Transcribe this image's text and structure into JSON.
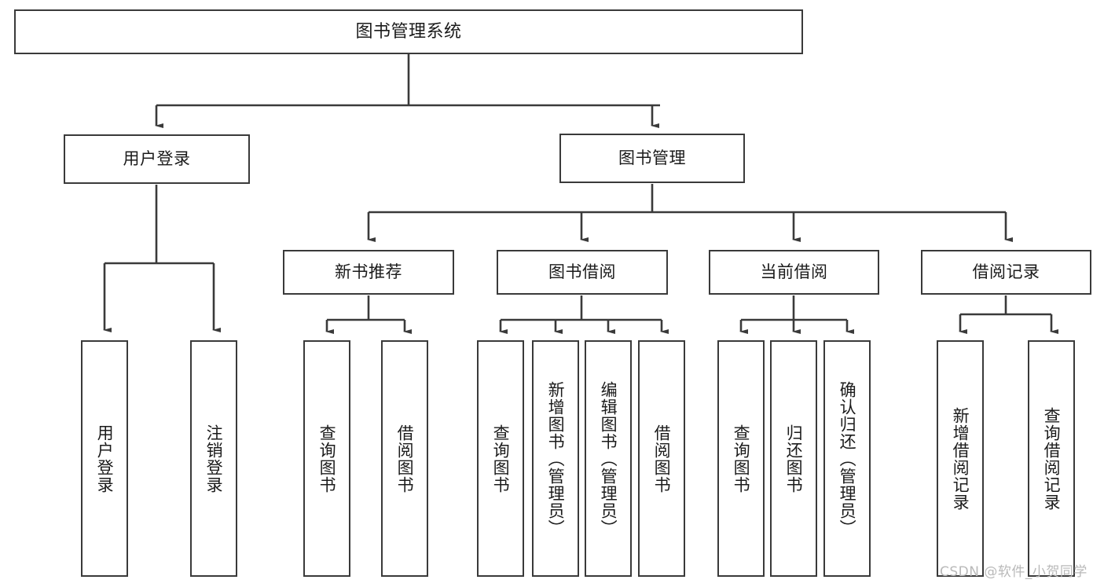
{
  "diagram": {
    "type": "tree-hierarchy-chart",
    "title": "图书管理系统",
    "colors": {
      "box_border": "#3a3a3a",
      "box_fill": "#ffffff",
      "connector": "#3a3a3a",
      "text": "#1b1b1b",
      "watermark": "#b9b9b9",
      "background": "#ffffff"
    },
    "nodes": {
      "root": {
        "label": "图书管理系统"
      },
      "level1": [
        {
          "label": "用户登录"
        },
        {
          "label": "图书管理"
        }
      ],
      "level2": [
        {
          "label": "新书推荐"
        },
        {
          "label": "图书借阅"
        },
        {
          "label": "当前借阅"
        },
        {
          "label": "借阅记录"
        }
      ],
      "leaves": {
        "user_login": [
          {
            "label": "用户登录"
          },
          {
            "label": "注销登录"
          }
        ],
        "new_book_recommend": [
          {
            "label": "查询图书"
          },
          {
            "label": "借阅图书"
          }
        ],
        "book_borrow": [
          {
            "label": "查询图书"
          },
          {
            "label": "新增图书（管理员）"
          },
          {
            "label": "编辑图书（管理员）"
          },
          {
            "label": "借阅图书"
          }
        ],
        "current_borrow": [
          {
            "label": "查询图书"
          },
          {
            "label": "归还图书"
          },
          {
            "label": "确认归还（管理员）"
          }
        ],
        "borrow_record": [
          {
            "label": "新增借阅记录"
          },
          {
            "label": "查询借阅记录"
          }
        ]
      }
    },
    "watermark": {
      "text": "CSDN @软件_小贺同学"
    }
  }
}
